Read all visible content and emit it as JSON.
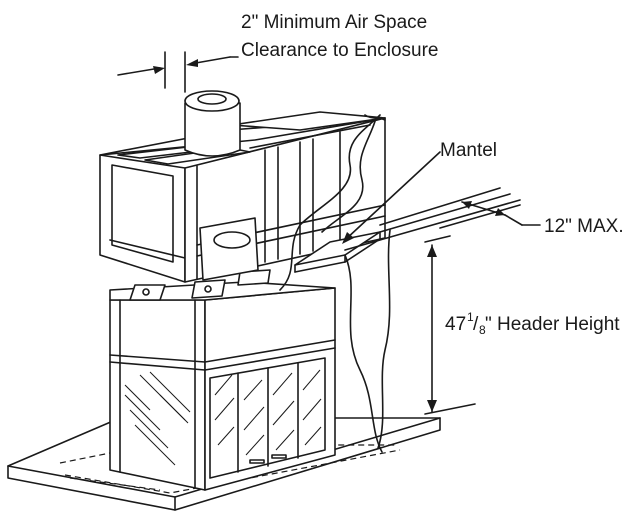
{
  "labels": {
    "air_space_line1": "2\" Minimum Air Space",
    "air_space_line2": "Clearance to Enclosure",
    "mantel": "Mantel",
    "mantel_max": "12\" MAX.",
    "header_height_whole": "47",
    "header_height_num": "1",
    "header_height_slash": "/",
    "header_height_den": "8",
    "header_height_rest": "\" Header Height"
  }
}
